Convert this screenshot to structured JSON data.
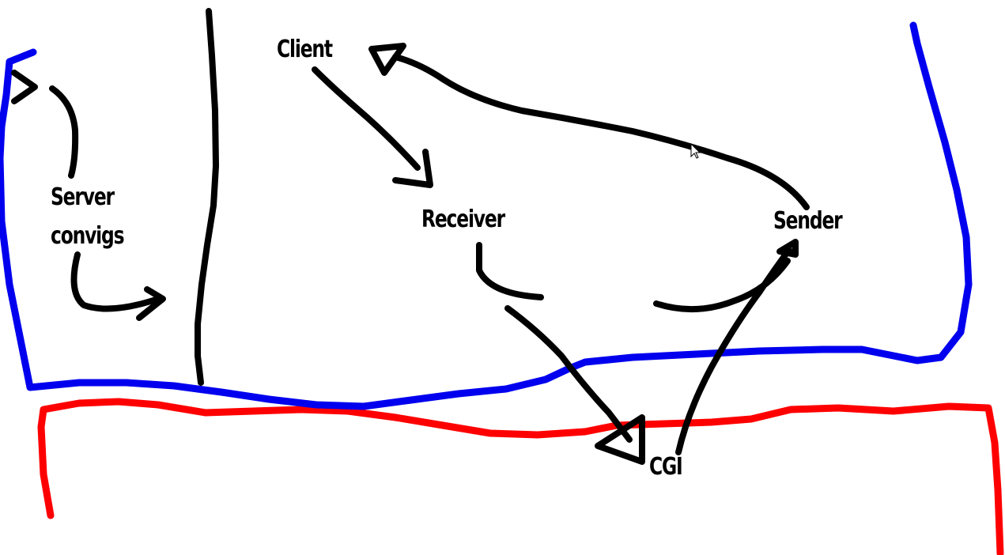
{
  "labels": {
    "client": "Client",
    "server_line1": "Server",
    "server_line2": "convigs",
    "receiver": "Receiver",
    "sender": "Sender",
    "cgi": "CGI"
  },
  "colors": {
    "ink": "#000000",
    "blue": "#0000ee",
    "red": "#ff0000",
    "background": "#ffffff"
  },
  "icons": {
    "cursor": "mouse-pointer-icon"
  }
}
